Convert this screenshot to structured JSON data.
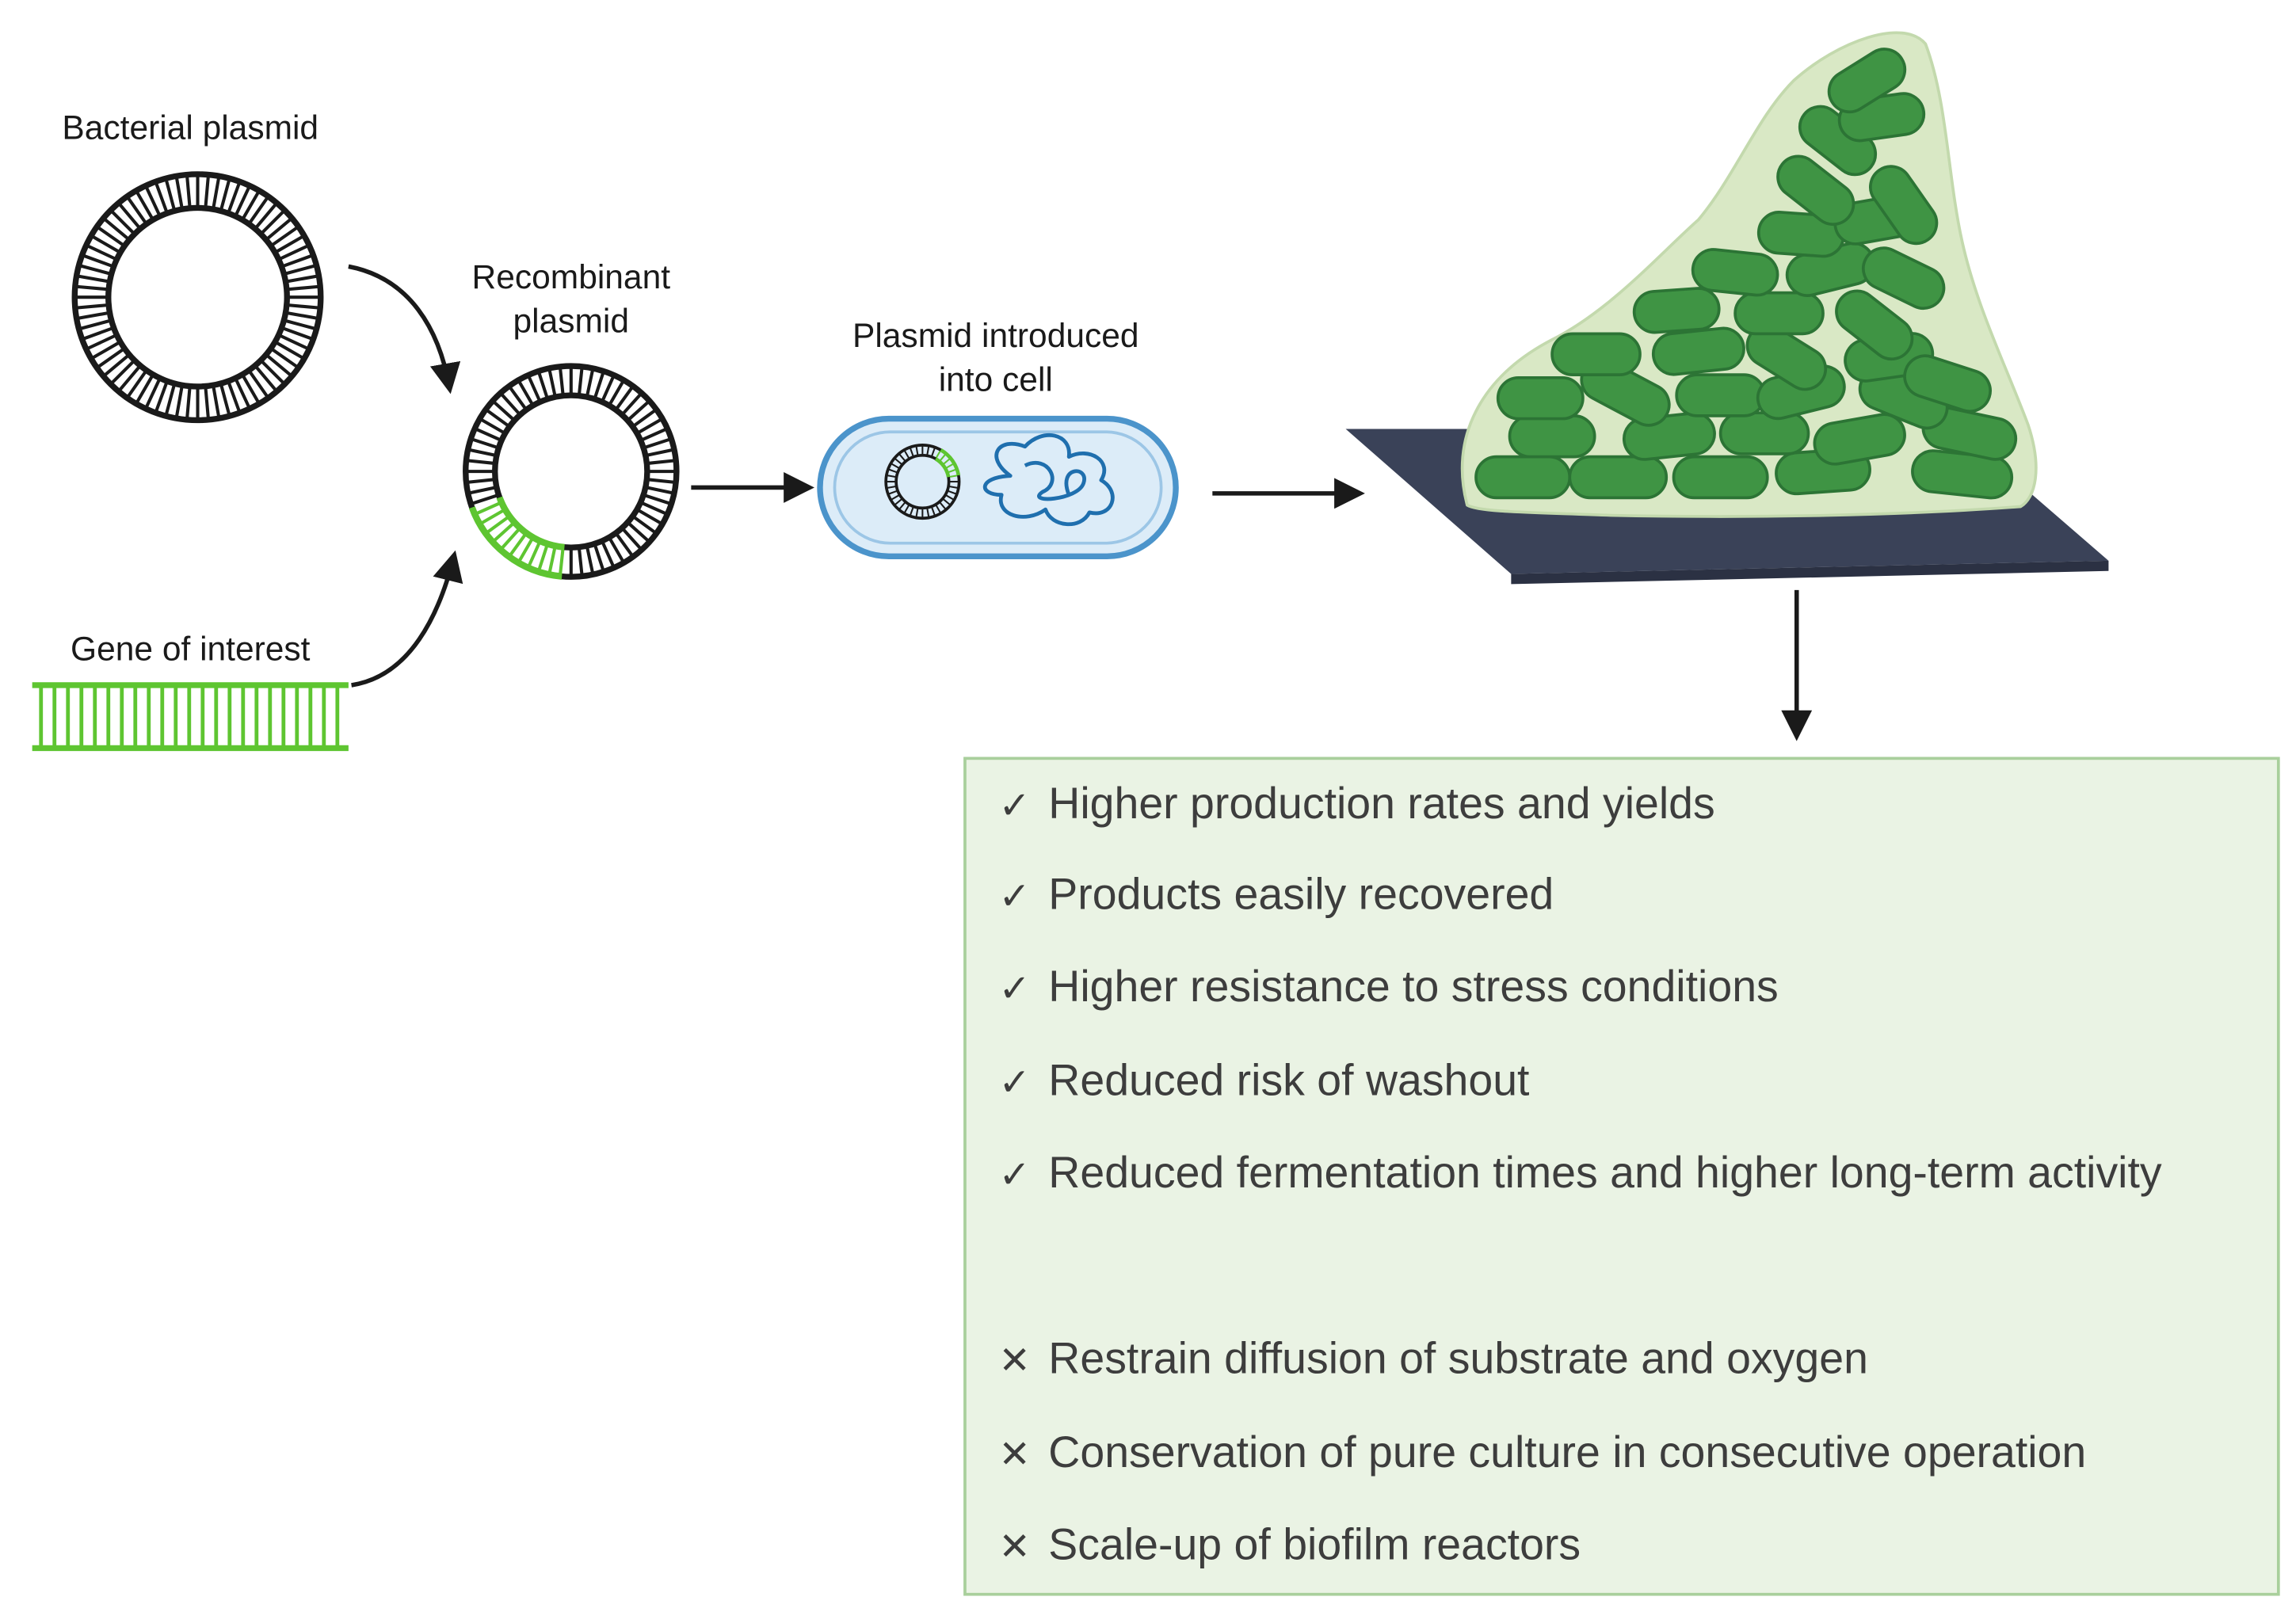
{
  "labels": {
    "bacterial_plasmid": "Bacterial plasmid",
    "recombinant_line1": "Recombinant",
    "recombinant_line2": "plasmid",
    "introduced_line1": "Plasmid introduced",
    "introduced_line2": "into cell",
    "gene_of_interest": "Gene of interest"
  },
  "outcomes": {
    "advantages": [
      {
        "mark": "✓",
        "text": "Higher production rates and yields"
      },
      {
        "mark": "✓",
        "text": "Products easily recovered"
      },
      {
        "mark": "✓",
        "text": "Higher resistance to stress conditions"
      },
      {
        "mark": "✓",
        "text": "Reduced risk of washout"
      },
      {
        "mark": "✓",
        "text": "Reduced fermentation times and higher long-term activity"
      }
    ],
    "disadvantages": [
      {
        "mark": "✕",
        "text": "Restrain diffusion of substrate and oxygen"
      },
      {
        "mark": "✕",
        "text": "Conservation of pure culture in consecutive operation"
      },
      {
        "mark": "✕",
        "text": "Scale-up of biofilm reactors"
      }
    ]
  },
  "colors": {
    "gene_green": "#5ec531",
    "bacteria_fill": "#3f9444",
    "bacteria_stroke": "#2c7435",
    "matrix_fill": "#d9e8c5",
    "surface": "#3a4258",
    "cell_fill": "#dcecf8",
    "cell_stroke": "#4b94cb",
    "panel_fill": "#eaf3e4",
    "panel_border": "#a9cf9c"
  }
}
